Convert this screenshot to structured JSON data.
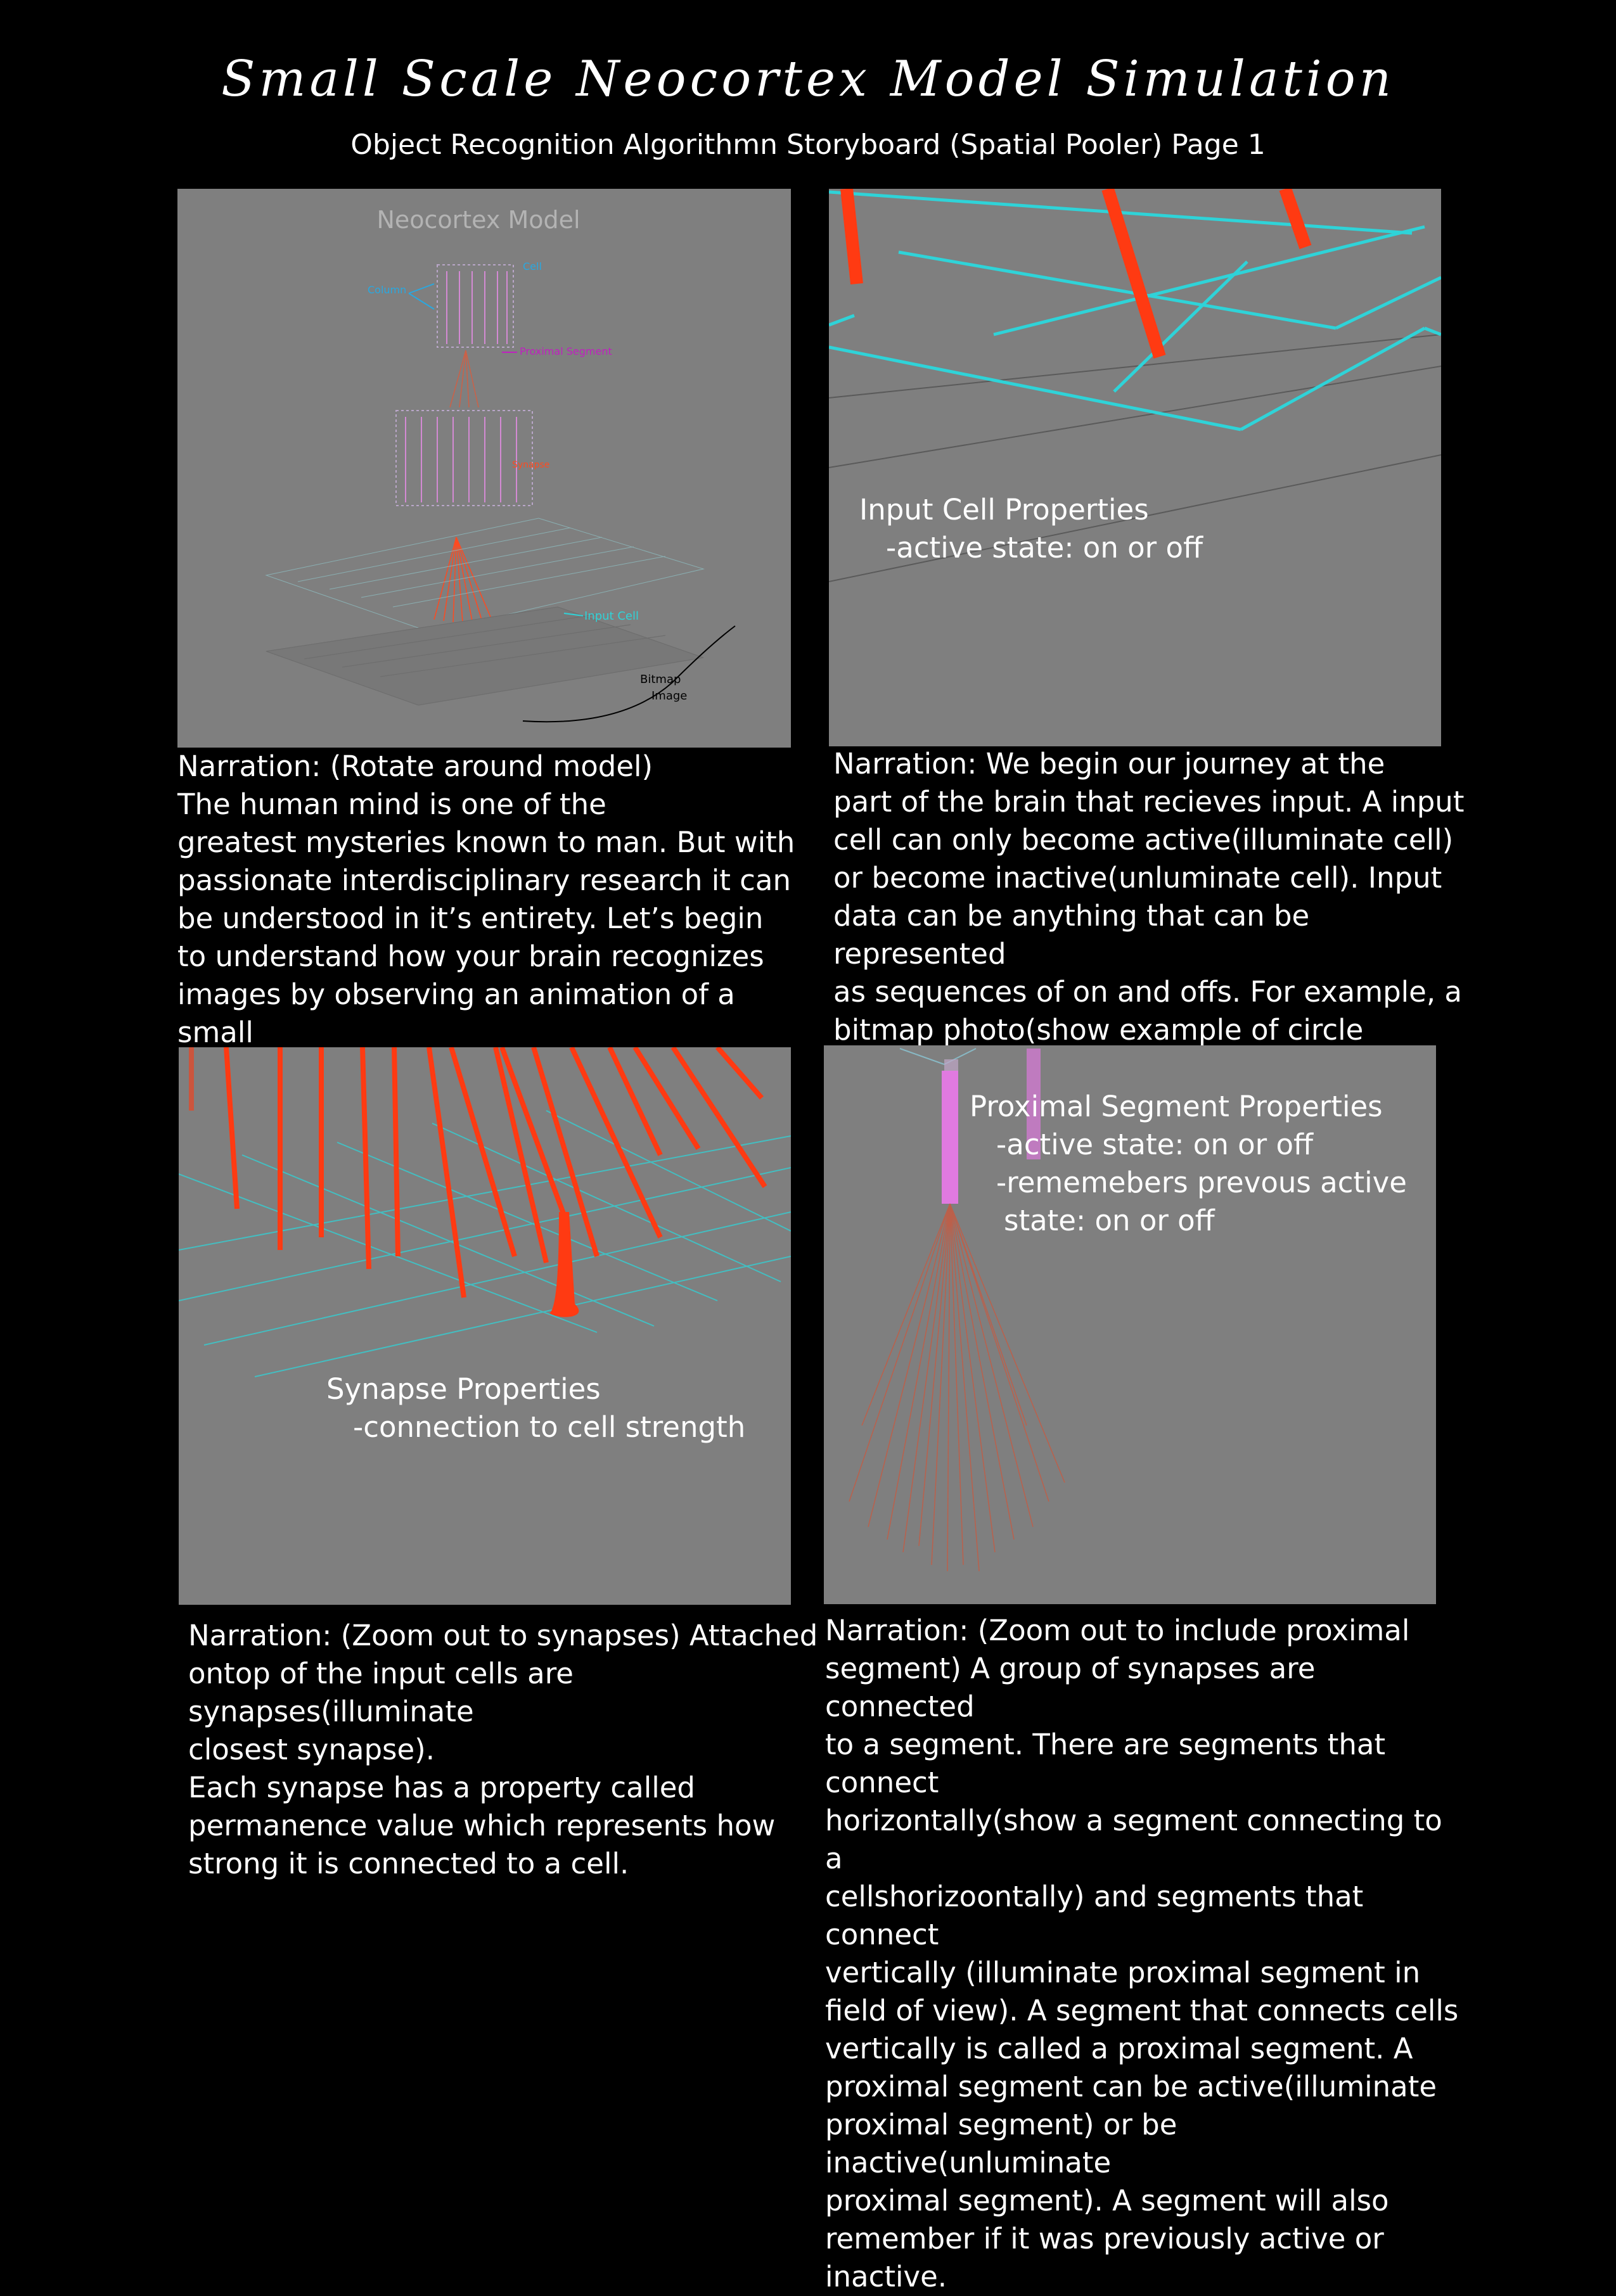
{
  "header": {
    "title": "Small Scale Neocortex Model Simulation",
    "subtitle": "Object Recognition Algorithmn Storyboard (Spatial Pooler) Page 1"
  },
  "panel1": {
    "model_title": "Neocortex Model",
    "labels": {
      "column": "Column",
      "cell": "Cell",
      "proximal_segment": "Proximal Segment",
      "synapse": "Synapse",
      "input_cell": "Input Cell",
      "bitmap_line1": "Bitmap",
      "bitmap_line2": "Image"
    },
    "narration": "Narration: (Rotate around model)\nThe human mind is one of the\ngreatest mysteries known to man. But with\npassionate interdisciplinary research it can\nbe understood in it’s entirety. Let’s begin\nto understand how your brain recognizes\nimages by observing an animation of a small\nscale brain simulation."
  },
  "panel2": {
    "heading": "Input Cell Properties",
    "property1": "-active state: on or off",
    "narration": "Narration: We begin our journey at the\npart of the brain that recieves input. A input\ncell can only become active(illuminate cell)\nor become inactive(unluminate cell). Input\ndata can be anything that can be represented\nas sequences of on and offs. For example,  a\nbitmap photo(show example of circle\nbitmap photo) can be input."
  },
  "panel3": {
    "heading": "Synapse Properties",
    "property1": "-connection to cell strength",
    "narration": "Narration: (Zoom out to synapses) Attached\nontop of the input cells are synapses(illuminate\nclosest synapse).\nEach synapse has a property called\npermanence value which represents how\nstrong it is connected to a cell."
  },
  "panel4": {
    "heading": "Proximal Segment Properties",
    "property1": "-active state: on or off",
    "property2": "-rememebers prevous active",
    "property3": "state: on or off",
    "narration": "Narration: (Zoom out to include proximal\nsegment) A group of synapses are connected\nto a segment. There are segments that connect\nhorizontally(show a segment connecting to a\ncellshorizoontally) and segments that connect\nvertically (illuminate proximal segment in\nfield of view). A segment that connects cells\nvertically is called a proximal segment. A\nproximal segment can be active(illuminate\nproximal segment) or be inactive(unluminate\nproximal segment). A segment will also\nremember if it was previously active or inactive."
  },
  "colors": {
    "background": "#000000",
    "panel_gray": "#7f7f7f",
    "grid_cyan": "#2fd3d8",
    "synapse_red": "#ff3a12",
    "segment_pink": "#e07ae0",
    "label_blue": "#29a8e0",
    "label_magenta": "#c020c0"
  }
}
